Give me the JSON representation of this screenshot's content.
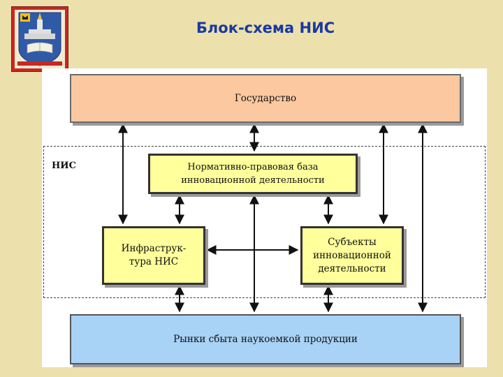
{
  "header": {
    "title": "Блок-схема НИС",
    "logo_icon": "university-crest-icon"
  },
  "diagram": {
    "frame_label": "НИС",
    "nodes": {
      "state": "Государство",
      "legal_base": "Нормативно-правовая база\nинновационной деятельности",
      "infrastructure": "Инфраструк-\nтура НИС",
      "subjects": "Субъекты\nинновационной\nдеятельности",
      "markets": "Рынки сбыта наукоемкой продукции"
    },
    "edges": [
      {
        "from": "state",
        "to": "legal_base",
        "direction": "both"
      },
      {
        "from": "state",
        "to": "infrastructure",
        "direction": "both"
      },
      {
        "from": "state",
        "to": "subjects",
        "direction": "both"
      },
      {
        "from": "state",
        "to": "markets",
        "direction": "both"
      },
      {
        "from": "legal_base",
        "to": "infrastructure",
        "direction": "both"
      },
      {
        "from": "legal_base",
        "to": "subjects",
        "direction": "both"
      },
      {
        "from": "legal_base",
        "to": "markets",
        "direction": "both"
      },
      {
        "from": "infrastructure",
        "to": "subjects",
        "direction": "both"
      },
      {
        "from": "infrastructure",
        "to": "markets",
        "direction": "both"
      },
      {
        "from": "subjects",
        "to": "markets",
        "direction": "both"
      }
    ],
    "colors": {
      "background": "#ece0ad",
      "title": "#1a3aa0",
      "state_fill": "#fbc8a0",
      "inner_fill": "#ffff9c",
      "markets_fill": "#a8d2f6"
    }
  }
}
